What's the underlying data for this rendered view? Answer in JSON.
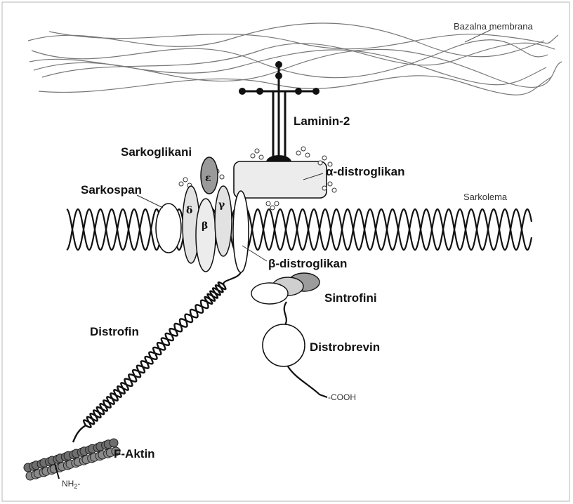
{
  "labels": {
    "basement_membrane": "Bazalna membrana",
    "laminin": "Laminin-2",
    "sarcoglycans": "Sarkoglikani",
    "alpha_dystroglycan": "α-distroglikan",
    "sarcospan": "Sarkospan",
    "sarcolemma": "Sarkolema",
    "beta_dystroglycan": "β-distroglikan",
    "syntrophins": "Sintrofini",
    "dystrophin": "Distrofin",
    "dystrobrevin": "Distrobrevin",
    "cooh": "-COOH",
    "f_actin": "F-Aktin",
    "nh2": "NH",
    "nh2_sub": "2",
    "nh2_tail": "-"
  },
  "sarcoglycan_subunits": [
    "ε",
    "δ",
    "γ",
    "β"
  ],
  "colors": {
    "alpha_dystroglycan_fill": "#ececec",
    "sarcoglycan_fill": "#e2e2e2",
    "epsilon_fill": "#9a9a9a",
    "syntrophin_dark": "#9c9c9c",
    "syntrophin_mid": "#cfcfcf",
    "actin_fill": "#6e6e6e",
    "ink": "#111111"
  }
}
